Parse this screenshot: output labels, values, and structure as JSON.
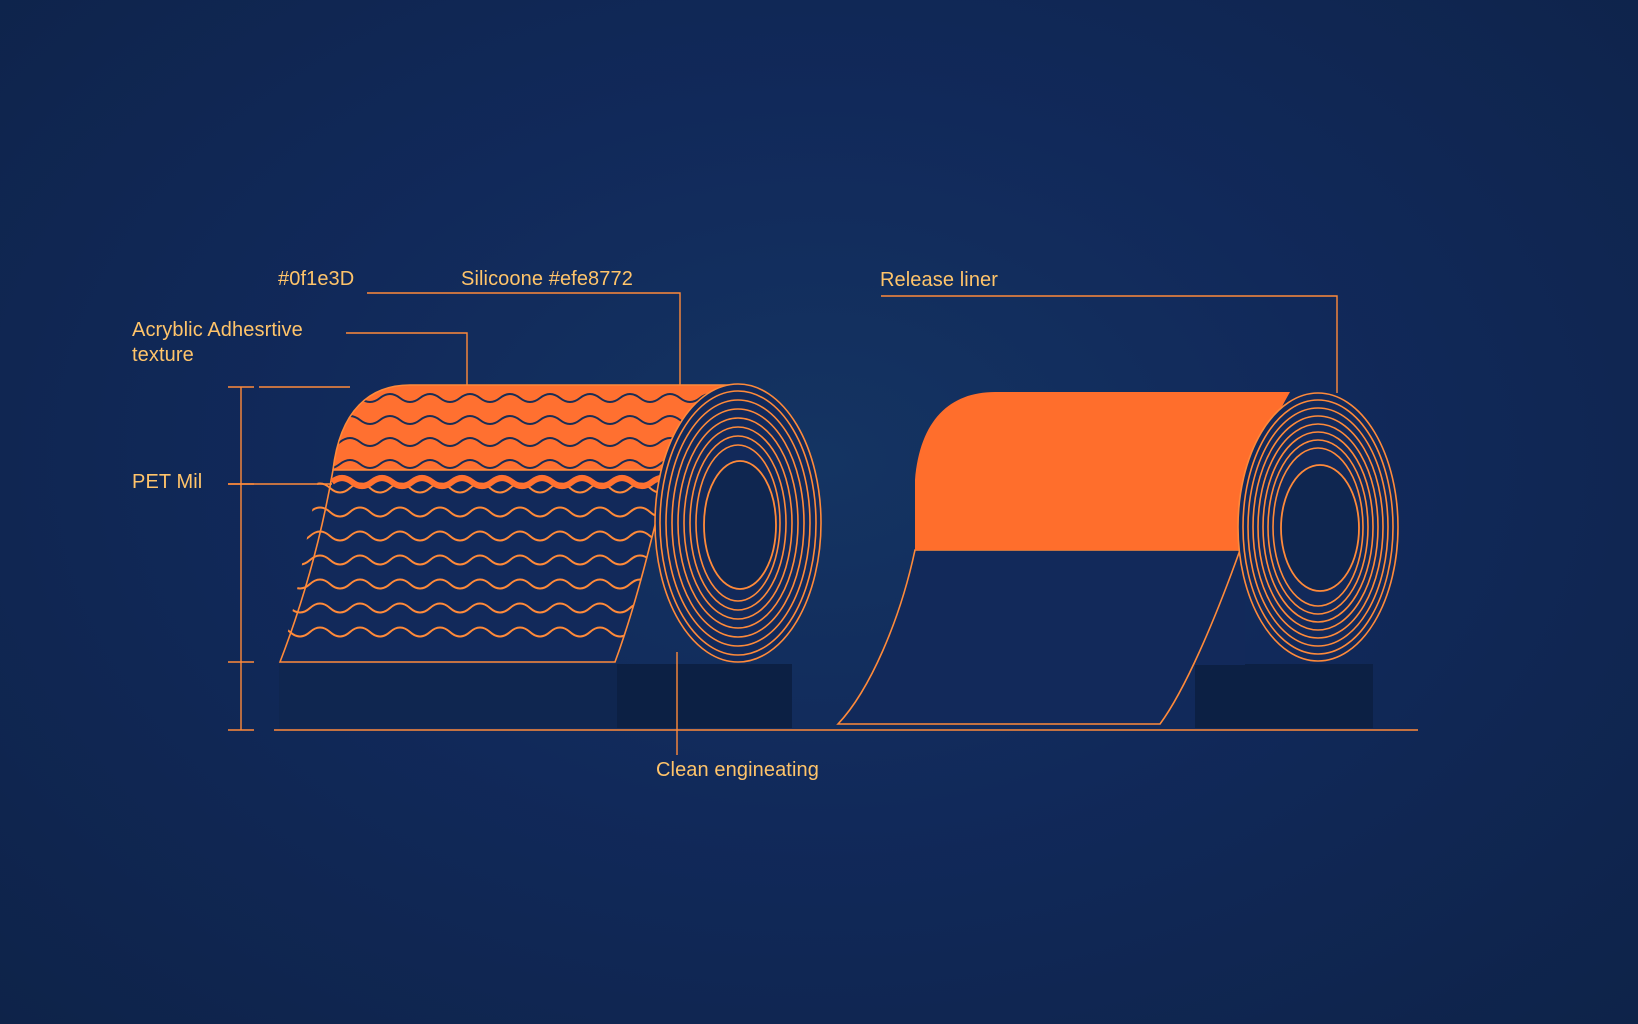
{
  "colors": {
    "background": "#11295a",
    "accent": "#ff6e2c",
    "label_text": "#ffc46a",
    "line": "#ff8a3a"
  },
  "labels": {
    "hex_code": "#0f1e3D",
    "silicone": "Silicoone #efe8772",
    "acrylic_line1": "Acryblic Adhesrtive",
    "acrylic_line2": "texture",
    "pet": "PET Mil",
    "clean": "Clean engineating",
    "release": "Release liner"
  }
}
